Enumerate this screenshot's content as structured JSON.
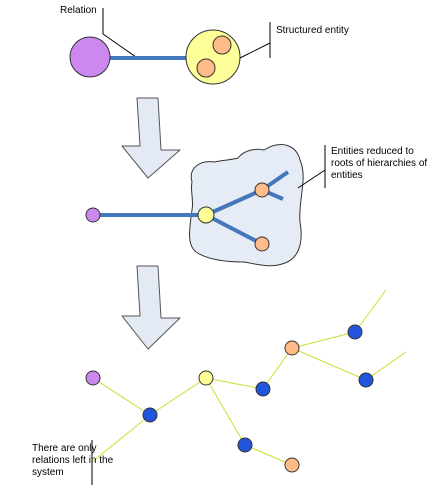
{
  "labels": {
    "relation": "Relation",
    "structured_entity": "Structured entity",
    "entities_reduced": [
      "Entities reduced to",
      "roots of hierarchies of",
      "entities"
    ],
    "only_relations": [
      "There are only",
      "relations left in the",
      "system"
    ]
  },
  "colors": {
    "purple": "#cc88ee",
    "yellow": "#ffff99",
    "orange": "#ffbb88",
    "blue": "#2255dd",
    "relation_line": "#4477bb",
    "green_line": "#ccdd33",
    "arrow_fill": "#e4eaf4",
    "cloud_fill": "#e6ecf5"
  }
}
